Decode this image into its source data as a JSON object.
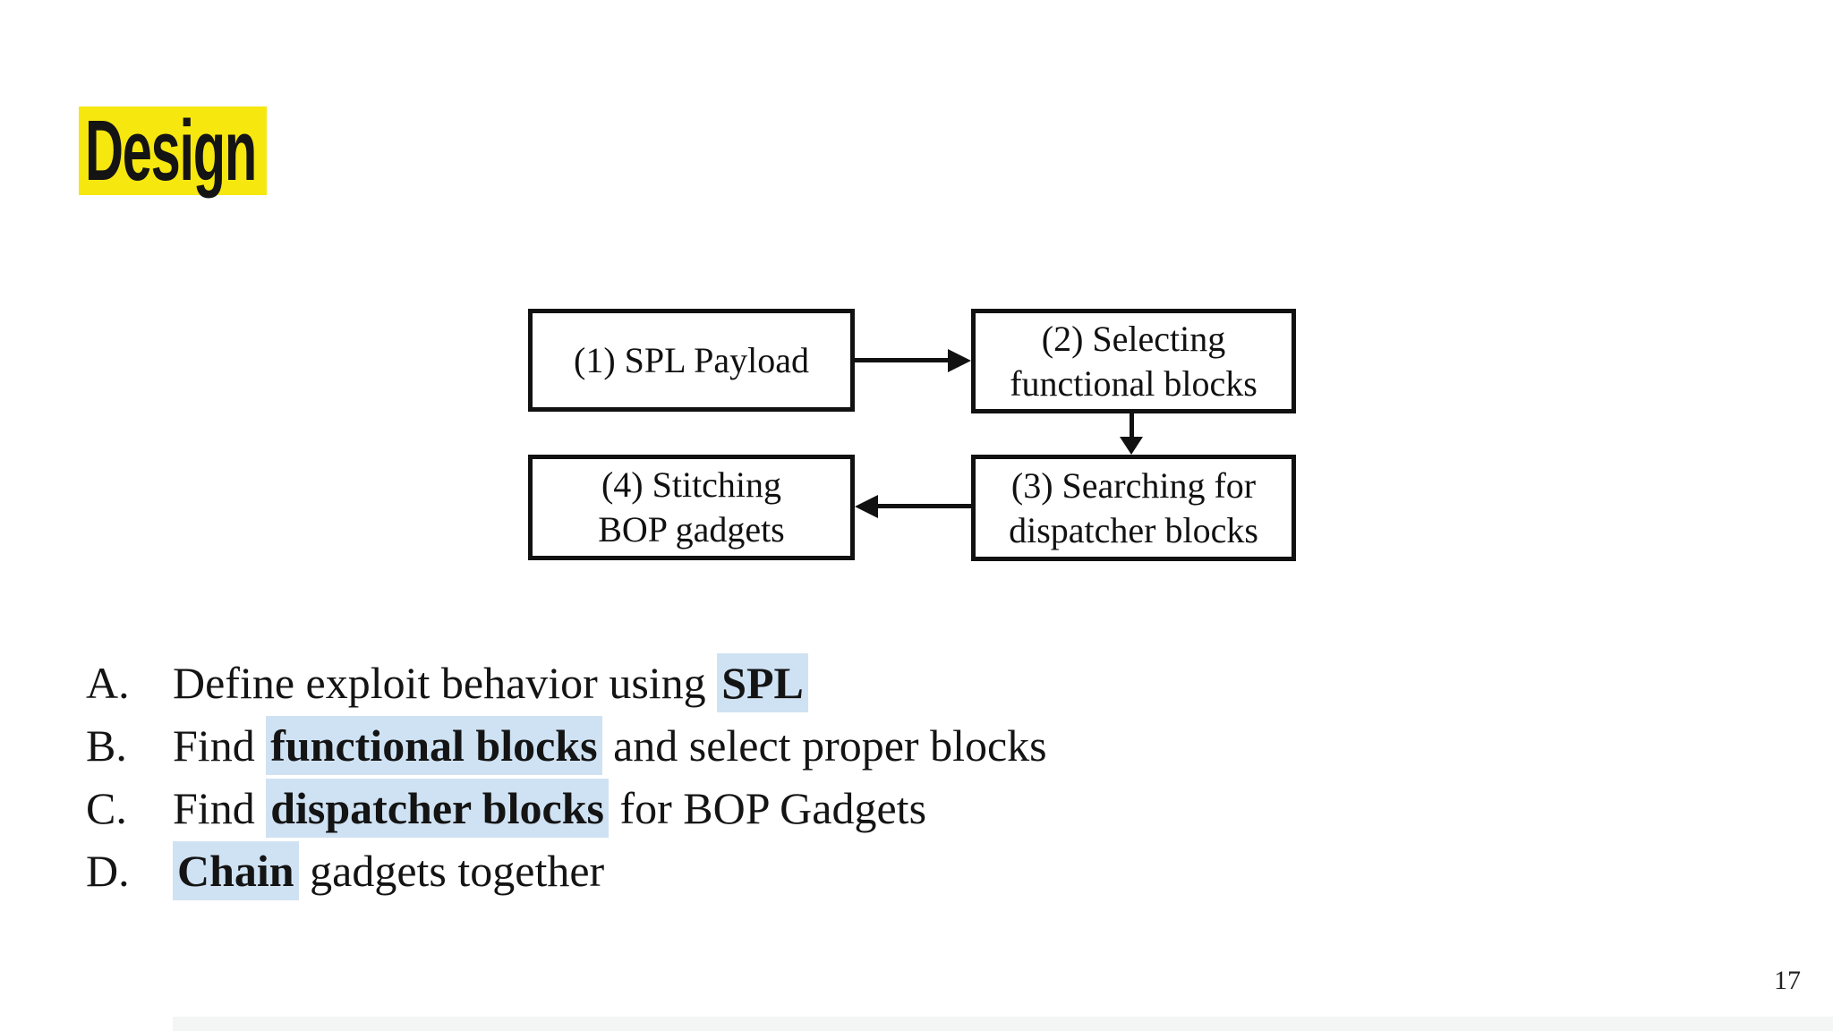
{
  "slide": {
    "title": "Design",
    "page_number": "17",
    "colors": {
      "background": "#ffffff",
      "title_highlight": "#f6e70f",
      "text_highlight": "#cfe2f3",
      "text": "#141414",
      "diagram_border": "#111111"
    }
  },
  "diagram": {
    "boxes": [
      {
        "name": "spl-payload",
        "lines": [
          "(1) SPL Payload"
        ]
      },
      {
        "name": "selecting-functional-blocks",
        "lines": [
          "(2) Selecting",
          "functional blocks"
        ]
      },
      {
        "name": "searching-dispatcher-blocks",
        "lines": [
          "(3) Searching for",
          "dispatcher blocks"
        ]
      },
      {
        "name": "stitching-bop-gadgets",
        "lines": [
          "(4) Stitching",
          "BOP gadgets"
        ]
      }
    ],
    "arrows": [
      {
        "from": "(1) SPL Payload",
        "to": "(2) Selecting functional blocks",
        "direction": "right"
      },
      {
        "from": "(2) Selecting functional blocks",
        "to": "(3) Searching for dispatcher blocks",
        "direction": "down"
      },
      {
        "from": "(3) Searching for dispatcher blocks",
        "to": "(4) Stitching BOP gadgets",
        "direction": "left"
      }
    ]
  },
  "list": {
    "items": [
      {
        "letter": "A.",
        "segments": [
          {
            "text": "Define exploit behavior using ",
            "highlight": false
          },
          {
            "text": "SPL",
            "highlight": true
          }
        ]
      },
      {
        "letter": "B.",
        "segments": [
          {
            "text": "Find ",
            "highlight": false
          },
          {
            "text": "functional blocks",
            "highlight": true
          },
          {
            "text": " and select proper blocks",
            "highlight": false
          }
        ]
      },
      {
        "letter": "C.",
        "segments": [
          {
            "text": "Find ",
            "highlight": false
          },
          {
            "text": "dispatcher blocks",
            "highlight": true
          },
          {
            "text": " for BOP Gadgets",
            "highlight": false
          }
        ]
      },
      {
        "letter": "D.",
        "segments": [
          {
            "text": "Chain",
            "highlight": true
          },
          {
            "text": " gadgets together",
            "highlight": false
          }
        ]
      }
    ]
  }
}
